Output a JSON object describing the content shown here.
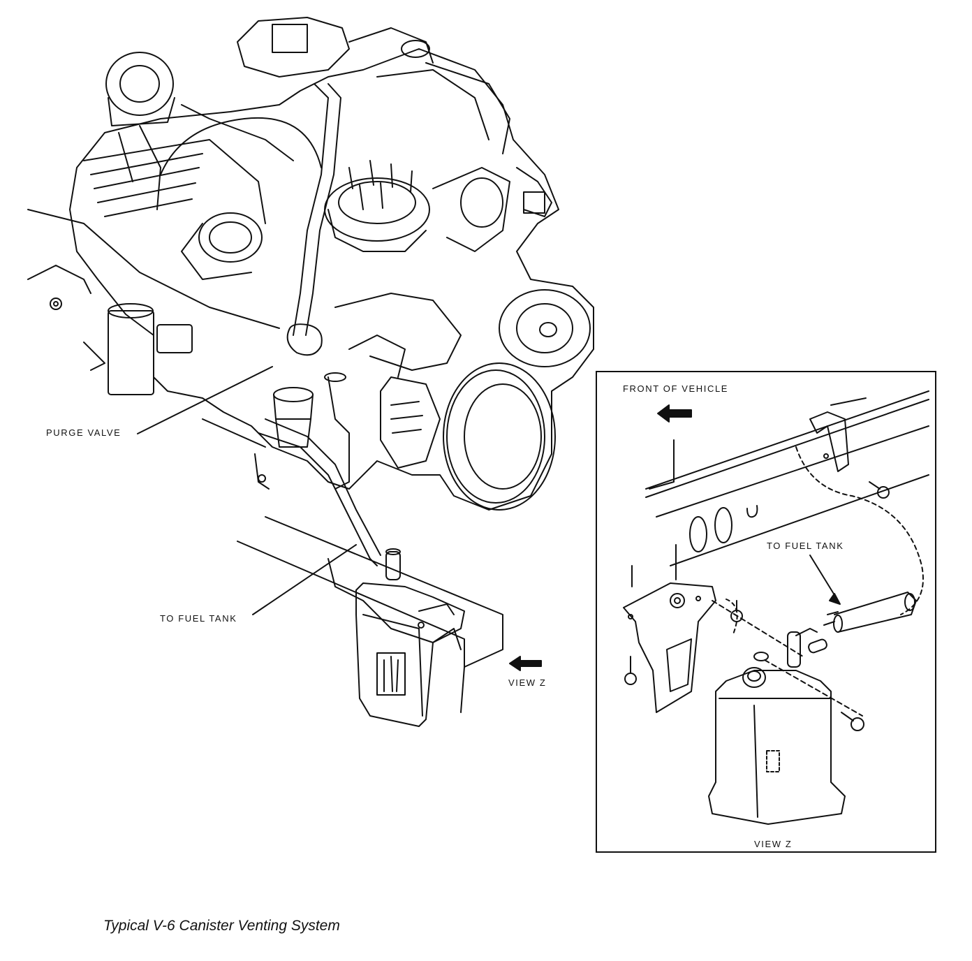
{
  "labels": {
    "purge_valve": "PURGE VALVE",
    "to_fuel_tank_main": "TO FUEL TANK",
    "view_z_arrow": "VIEW Z",
    "front_of_vehicle": "FRONT OF VEHICLE",
    "to_fuel_tank_inset": "TO FUEL TANK",
    "view_z_inset": "VIEW Z"
  },
  "caption": "Typical V-6 Canister Venting System",
  "colors": {
    "ink": "#111111",
    "paper": "#ffffff"
  }
}
